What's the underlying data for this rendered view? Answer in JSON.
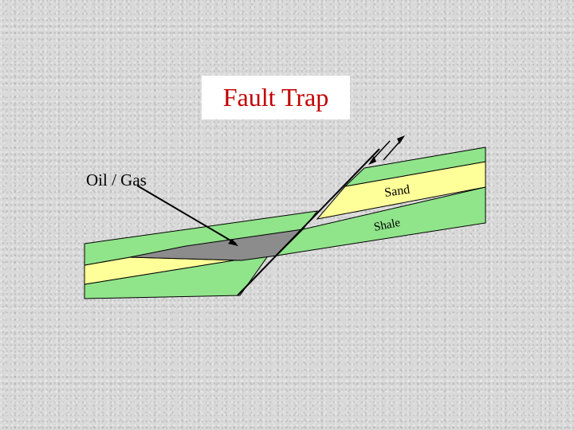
{
  "title": "Fault Trap",
  "labels": {
    "oil_gas": "Oil / Gas",
    "sand": "Sand",
    "shale": "Shale"
  },
  "colors": {
    "title_text": "#c00000",
    "title_bg": "#ffffff",
    "shale_green": "#90e48a",
    "sand_yellow": "#ffff99",
    "oil_gas_gray": "#8c8c8c",
    "background": "#d9d9d9",
    "line": "#000000"
  }
}
